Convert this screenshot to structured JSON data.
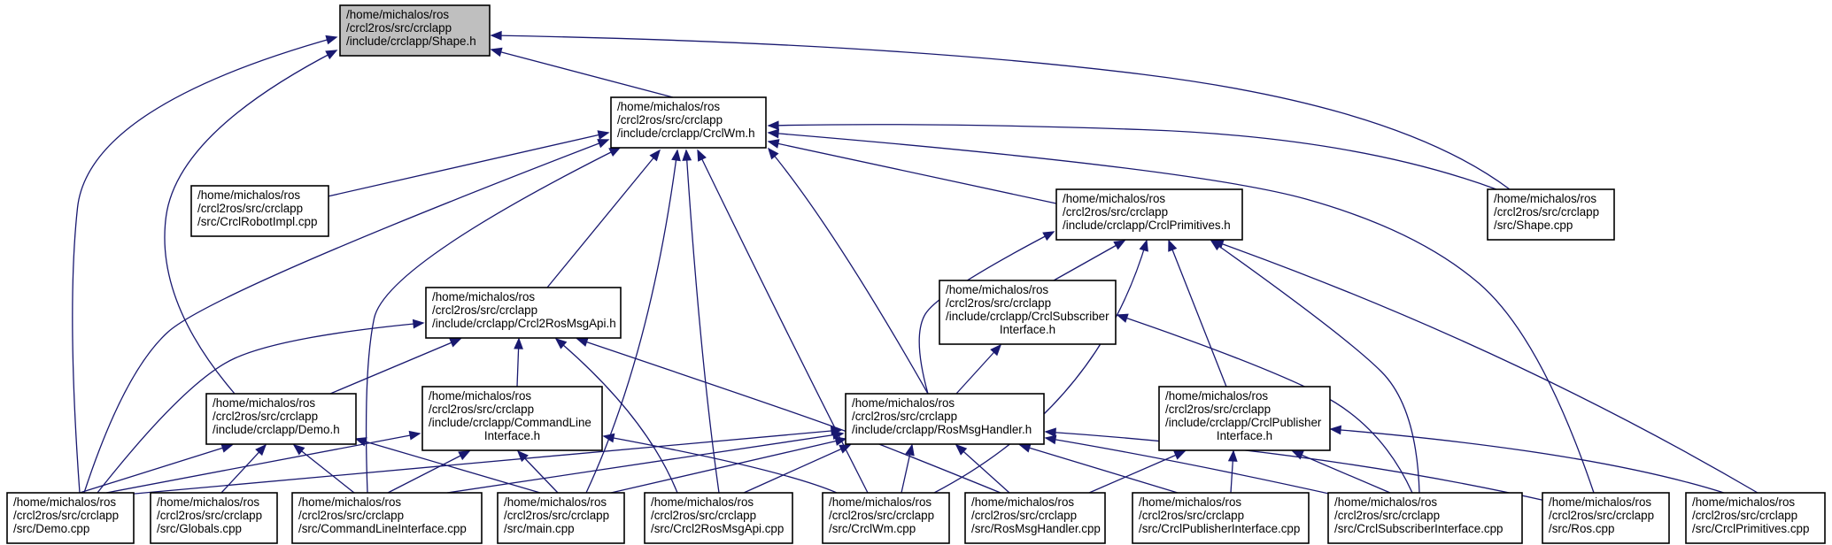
{
  "graph": {
    "nodes": [
      {
        "id": "shape_h",
        "lines": [
          "/home/michalos/ros",
          "/crcl2ros/src/crclapp",
          "/include/crclapp/Shape.h"
        ],
        "root": true
      },
      {
        "id": "crclwm_h",
        "lines": [
          "/home/michalos/ros",
          "/crcl2ros/src/crclapp",
          "/include/crclapp/CrclWm.h"
        ]
      },
      {
        "id": "crclrobotimpl_cpp",
        "lines": [
          "/home/michalos/ros",
          "/crcl2ros/src/crclapp",
          "/src/CrclRobotImpl.cpp"
        ]
      },
      {
        "id": "crclprimitives_h",
        "lines": [
          "/home/michalos/ros",
          "/crcl2ros/src/crclapp",
          "/include/crclapp/CrclPrimitives.h"
        ]
      },
      {
        "id": "shape_cpp",
        "lines": [
          "/home/michalos/ros",
          "/crcl2ros/src/crclapp",
          "/src/Shape.cpp"
        ]
      },
      {
        "id": "crcl2rosmsgapi_h",
        "lines": [
          "/home/michalos/ros",
          "/crcl2ros/src/crclapp",
          "/include/crclapp/Crcl2RosMsgApi.h"
        ]
      },
      {
        "id": "crclsubscriber_h",
        "lines": [
          "/home/michalos/ros",
          "/crcl2ros/src/crclapp",
          "/include/crclapp/CrclSubscriber",
          "Interface.h"
        ]
      },
      {
        "id": "demo_h",
        "lines": [
          "/home/michalos/ros",
          "/crcl2ros/src/crclapp",
          "/include/crclapp/Demo.h"
        ]
      },
      {
        "id": "commandline_h",
        "lines": [
          "/home/michalos/ros",
          "/crcl2ros/src/crclapp",
          "/include/crclapp/CommandLine",
          "Interface.h"
        ]
      },
      {
        "id": "rosmsghandler_h",
        "lines": [
          "/home/michalos/ros",
          "/crcl2ros/src/crclapp",
          "/include/crclapp/RosMsgHandler.h"
        ]
      },
      {
        "id": "crclpublisher_h",
        "lines": [
          "/home/michalos/ros",
          "/crcl2ros/src/crclapp",
          "/include/crclapp/CrclPublisher",
          "Interface.h"
        ]
      },
      {
        "id": "demo_cpp",
        "lines": [
          "/home/michalos/ros",
          "/crcl2ros/src/crclapp",
          "/src/Demo.cpp"
        ]
      },
      {
        "id": "globals_cpp",
        "lines": [
          "/home/michalos/ros",
          "/crcl2ros/src/crclapp",
          "/src/Globals.cpp"
        ]
      },
      {
        "id": "commandline_cpp",
        "lines": [
          "/home/michalos/ros",
          "/crcl2ros/src/crclapp",
          "/src/CommandLineInterface.cpp"
        ]
      },
      {
        "id": "main_cpp",
        "lines": [
          "/home/michalos/ros",
          "/crcl2ros/src/crclapp",
          "/src/main.cpp"
        ]
      },
      {
        "id": "crcl2rosmsgapi_cpp",
        "lines": [
          "/home/michalos/ros",
          "/crcl2ros/src/crclapp",
          "/src/Crcl2RosMsgApi.cpp"
        ]
      },
      {
        "id": "crclwm_cpp",
        "lines": [
          "/home/michalos/ros",
          "/crcl2ros/src/crclapp",
          "/src/CrclWm.cpp"
        ]
      },
      {
        "id": "rosmsghandler_cpp",
        "lines": [
          "/home/michalos/ros",
          "/crcl2ros/src/crclapp",
          "/src/RosMsgHandler.cpp"
        ]
      },
      {
        "id": "crclpublisher_cpp",
        "lines": [
          "/home/michalos/ros",
          "/crcl2ros/src/crclapp",
          "/src/CrclPublisherInterface.cpp"
        ]
      },
      {
        "id": "crclsubscriber_cpp",
        "lines": [
          "/home/michalos/ros",
          "/crcl2ros/src/crclapp",
          "/src/CrclSubscriberInterface.cpp"
        ]
      },
      {
        "id": "ros_cpp",
        "lines": [
          "/home/michalos/ros",
          "/crcl2ros/src/crclapp",
          "/src/Ros.cpp"
        ]
      },
      {
        "id": "crclprimitives_cpp",
        "lines": [
          "/home/michalos/ros",
          "/crcl2ros/src/crclapp",
          "/src/CrclPrimitives.cpp"
        ]
      }
    ],
    "edges": [
      {
        "from": "crclwm_h",
        "to": "shape_h"
      },
      {
        "from": "shape_cpp",
        "to": "shape_h"
      },
      {
        "from": "demo_h",
        "to": "shape_h"
      },
      {
        "from": "demo_cpp",
        "to": "shape_h"
      },
      {
        "from": "crclrobotimpl_cpp",
        "to": "crclwm_h"
      },
      {
        "from": "crclprimitives_h",
        "to": "crclwm_h"
      },
      {
        "from": "shape_cpp",
        "to": "crclwm_h"
      },
      {
        "from": "crcl2rosmsgapi_h",
        "to": "crclwm_h"
      },
      {
        "from": "rosmsghandler_h",
        "to": "crclwm_h"
      },
      {
        "from": "demo_cpp",
        "to": "crclwm_h"
      },
      {
        "from": "commandline_cpp",
        "to": "crclwm_h"
      },
      {
        "from": "main_cpp",
        "to": "crclwm_h"
      },
      {
        "from": "crcl2rosmsgapi_cpp",
        "to": "crclwm_h"
      },
      {
        "from": "crclwm_cpp",
        "to": "crclwm_h"
      },
      {
        "from": "ros_cpp",
        "to": "crclwm_h"
      },
      {
        "from": "crclsubscriber_h",
        "to": "crclprimitives_h"
      },
      {
        "from": "rosmsghandler_h",
        "to": "crclprimitives_h"
      },
      {
        "from": "crclpublisher_h",
        "to": "crclprimitives_h"
      },
      {
        "from": "crclwm_cpp",
        "to": "crclprimitives_h"
      },
      {
        "from": "crclsubscriber_cpp",
        "to": "crclprimitives_h"
      },
      {
        "from": "crclprimitives_cpp",
        "to": "crclprimitives_h"
      },
      {
        "from": "demo_h",
        "to": "crcl2rosmsgapi_h"
      },
      {
        "from": "commandline_h",
        "to": "crcl2rosmsgapi_h"
      },
      {
        "from": "demo_cpp",
        "to": "crcl2rosmsgapi_h"
      },
      {
        "from": "crcl2rosmsgapi_cpp",
        "to": "crcl2rosmsgapi_h"
      },
      {
        "from": "rosmsghandler_cpp",
        "to": "crcl2rosmsgapi_h"
      },
      {
        "from": "rosmsghandler_h",
        "to": "crclsubscriber_h"
      },
      {
        "from": "crclsubscriber_cpp",
        "to": "crclsubscriber_h"
      },
      {
        "from": "demo_cpp",
        "to": "demo_h"
      },
      {
        "from": "globals_cpp",
        "to": "demo_h"
      },
      {
        "from": "commandline_cpp",
        "to": "demo_h"
      },
      {
        "from": "main_cpp",
        "to": "demo_h"
      },
      {
        "from": "demo_cpp",
        "to": "commandline_h"
      },
      {
        "from": "commandline_cpp",
        "to": "commandline_h"
      },
      {
        "from": "main_cpp",
        "to": "commandline_h"
      },
      {
        "from": "crclwm_cpp",
        "to": "commandline_h"
      },
      {
        "from": "demo_cpp",
        "to": "rosmsghandler_h"
      },
      {
        "from": "commandline_cpp",
        "to": "rosmsghandler_h"
      },
      {
        "from": "main_cpp",
        "to": "rosmsghandler_h"
      },
      {
        "from": "crcl2rosmsgapi_cpp",
        "to": "rosmsghandler_h"
      },
      {
        "from": "crclwm_cpp",
        "to": "rosmsghandler_h"
      },
      {
        "from": "rosmsghandler_cpp",
        "to": "rosmsghandler_h"
      },
      {
        "from": "crclpublisher_cpp",
        "to": "rosmsghandler_h"
      },
      {
        "from": "crclsubscriber_cpp",
        "to": "rosmsghandler_h"
      },
      {
        "from": "ros_cpp",
        "to": "rosmsghandler_h"
      },
      {
        "from": "rosmsghandler_cpp",
        "to": "crclpublisher_h"
      },
      {
        "from": "crclpublisher_cpp",
        "to": "crclpublisher_h"
      },
      {
        "from": "crclsubscriber_cpp",
        "to": "crclpublisher_h"
      },
      {
        "from": "crclprimitives_cpp",
        "to": "crclpublisher_h"
      }
    ]
  }
}
